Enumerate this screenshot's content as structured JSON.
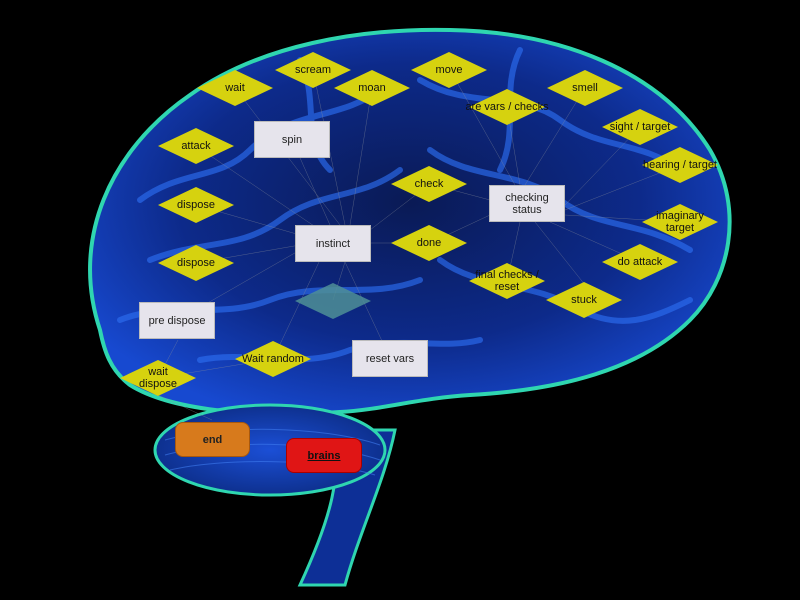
{
  "nodes": {
    "wait": "wait",
    "scream": "scream",
    "moan": "moan",
    "move": "move",
    "smell": "smell",
    "are_vars_checks": "are vars / checks",
    "sight_target": "sight / target",
    "hearing_target": "hearing / target",
    "imaginary_target": "imaginary target",
    "do_attack": "do attack",
    "stuck": "stuck",
    "final_checks_reset": "final checks / reset",
    "checking_status": "checking status",
    "check": "check",
    "done": "done",
    "instinct": "instinct",
    "spin": "spin",
    "attack": "attack",
    "dispose_1": "dispose",
    "dispose_2": "dispose",
    "pre_dispose": "pre dispose",
    "wait_random": "Wait random",
    "reset_vars": "reset vars",
    "wait_dispose": "wait dispose",
    "end": "end",
    "brains": "brains"
  },
  "colors": {
    "background": "#000000",
    "diamond": "#d6d20f",
    "box": "#e6e4ec",
    "end": "#d77a1c",
    "brains": "#e01515",
    "brain_glow": "#1b4fd6",
    "brain_edge": "#2fd6b0"
  }
}
